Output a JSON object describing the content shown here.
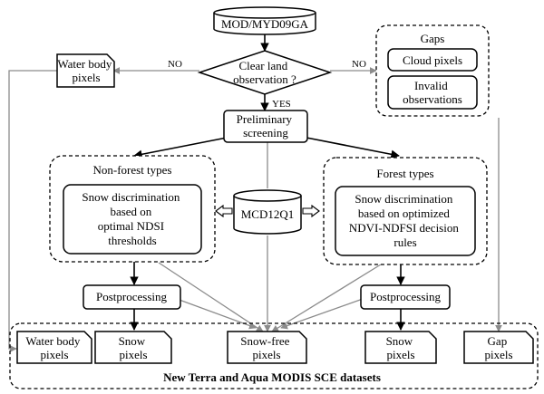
{
  "nodes": {
    "input": "MOD/MYD09GA",
    "decision": [
      "Clear land",
      "observation ?"
    ],
    "water_top": [
      "Water body",
      "pixels"
    ],
    "gaps_title": "Gaps",
    "cloud": "Cloud pixels",
    "invalid": [
      "Invalid",
      "observations"
    ],
    "prelim": [
      "Preliminary",
      "screening"
    ],
    "nonforest_title": "Non-forest types",
    "nonforest_rule": [
      "Snow discrimination",
      "based on",
      "optimal NDSI",
      "thresholds"
    ],
    "forest_title": "Forest types",
    "forest_rule": [
      "Snow discrimination",
      "based on optimized",
      "NDVI-NDFSI decision",
      "rules"
    ],
    "landcover": "MCD12Q1",
    "post_left": "Postprocessing",
    "post_right": "Postprocessing",
    "out_water": [
      "Water body",
      "pixels"
    ],
    "out_snow_left": [
      "Snow",
      "pixels"
    ],
    "out_snowfree": [
      "Snow-free",
      "pixels"
    ],
    "out_snow_right": [
      "Snow",
      "pixels"
    ],
    "out_gap": [
      "Gap",
      "pixels"
    ],
    "dataset_title": "New Terra and Aqua MODIS SCE datasets"
  },
  "edges": {
    "no_left": "NO",
    "no_right": "NO",
    "yes": "YES"
  },
  "colors": {
    "black": "#000000",
    "gray": "#8c8c8c"
  }
}
